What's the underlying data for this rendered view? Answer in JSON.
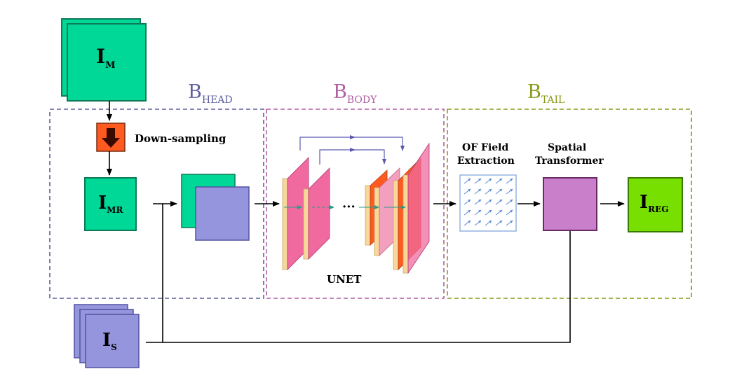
{
  "blocks": {
    "head": {
      "base": "B",
      "sub": "HEAD",
      "color": "#5f5f9f"
    },
    "body": {
      "base": "B",
      "sub": "BODY",
      "color": "#b05fa0"
    },
    "tail": {
      "base": "B",
      "sub": "TAIL",
      "color": "#8a9a1a"
    }
  },
  "images": {
    "moving": {
      "base": "I",
      "sub": "M"
    },
    "moving_resampled": {
      "base": "I",
      "sub": "MR"
    },
    "static": {
      "base": "I",
      "sub": "S"
    },
    "registered": {
      "base": "I",
      "sub": "REG"
    }
  },
  "labels": {
    "downsampling": "Down-sampling",
    "unet": "UNET",
    "ellipsis": "···",
    "of_field_line1": "OF Field",
    "of_field_line2": "Extraction",
    "spatial_line1": "Spatial",
    "spatial_line2": "Transformer"
  },
  "colors": {
    "green": "#00d898",
    "green_border": "#0e7a56",
    "purple": "#9595dd",
    "purple_border": "#5252a0",
    "orange": "#ff5a1f",
    "pink": "#f06aa0",
    "layer_side": "#f7d79a",
    "transformer": "#c97fc9",
    "registered": "#77e000"
  },
  "icons": {
    "down_arrow": "down-arrow-icon",
    "flow_field": "flow-field-icon"
  }
}
